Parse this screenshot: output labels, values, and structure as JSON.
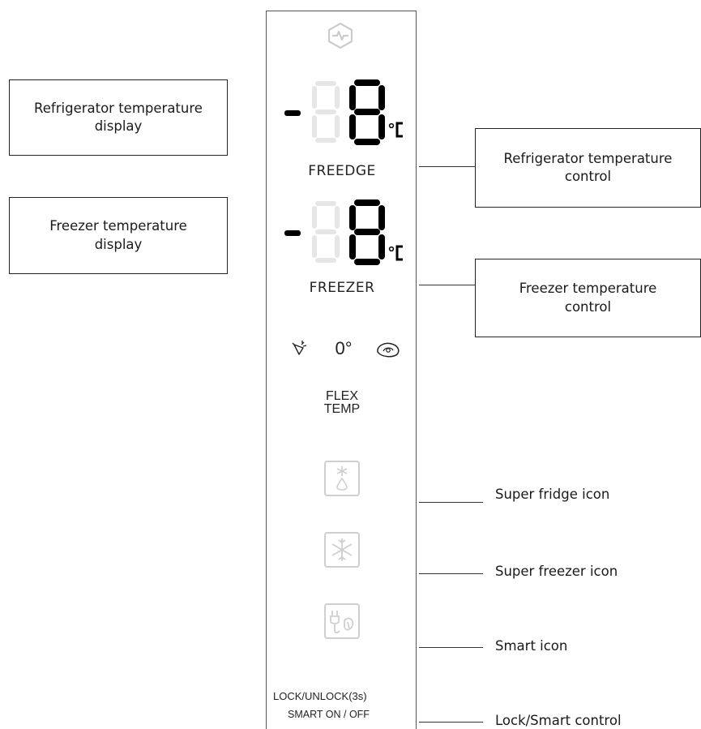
{
  "panel": {
    "freedge_label": "FREEDGE",
    "freezer_label": "FREEZER",
    "flex_mode_zero": "0°",
    "flex_temp_label": "FLEX\nTEMP",
    "lock_label": "LOCK/UNLOCK(3s)",
    "smart_onoff_label": "SMART ON / OFF",
    "fridge_display_digits": "-88",
    "freezer_display_digits": "-88",
    "unit": "°C",
    "icons": [
      "logo-icon",
      "vegetable-icon",
      "meat-icon",
      "super-fridge-icon",
      "super-freezer-icon",
      "smart-icon"
    ]
  },
  "callouts": {
    "fridge_display": "Refrigerator temperature\ndisplay",
    "freezer_display": "Freezer temperature\ndisplay",
    "fridge_control": "Refrigerator temperature\ncontrol",
    "freezer_control": "Freezer temperature\ncontrol",
    "super_fridge": "Super fridge icon",
    "super_freezer": "Super freezer icon",
    "smart": "Smart icon",
    "lock_smart": "Lock/Smart  control"
  },
  "colors": {
    "segment_on": "#000000",
    "segment_off": "#e6e6e6",
    "icon_faint": "#cfcfcf"
  }
}
